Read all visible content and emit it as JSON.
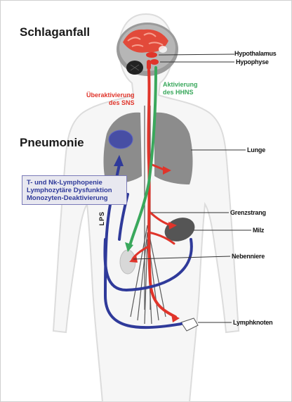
{
  "figure": {
    "title_stroke": "Schlaganfall",
    "title_pneumonia": "Pneumonie",
    "sns_label": [
      "Überaktivierung",
      "des SNS"
    ],
    "hhns_label": [
      "Aktivierung",
      "des HHNS"
    ],
    "immune_box": [
      "T- und Nk-Lymphopenie",
      "Lymphozytäre Dysfunktion",
      "Monozyten-Deaktivierung"
    ],
    "organ_labels": {
      "hypothalamus": "Hypothalamus",
      "hypophyse": "Hypophyse",
      "lunge": "Lunge",
      "grenzstrang": "Grenzstrang",
      "milz": "Milz",
      "nebenniere": "Nebenniere",
      "lymphknoten": "Lymphknoten"
    },
    "cell_label": "LPS"
  },
  "colors": {
    "sns_red": "#e0342a",
    "hhns_green": "#3aa85c",
    "immune_blue": "#2f3a9a",
    "body_outline": "#d9d9d9",
    "lung_gray": "#8c8c8c",
    "brain_red": "#e24a3a"
  }
}
